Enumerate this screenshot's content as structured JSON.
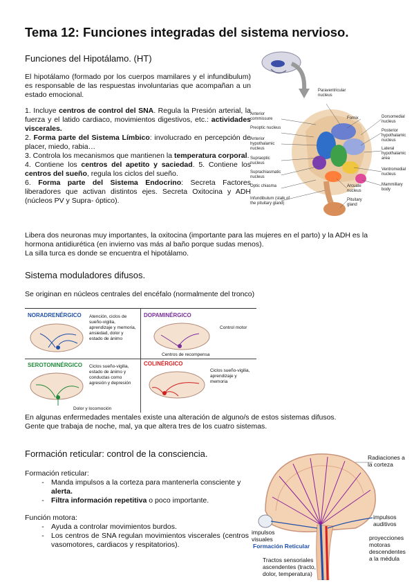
{
  "title": "Tema 12: Funciones integradas del sistema nervioso.",
  "hypothalamus": {
    "heading": "Funciones del Hipotálamo. (HT)",
    "intro": "El hipotálamo (formado por los cuerpos mamilares y el infundibulum) es responsable de las respuestas involuntarias que acompañan a un estado emocional.",
    "items": [
      {
        "pre": "1. Incluye ",
        "bold": "centros de control del SNA",
        "post": ". Regula la Presión arterial, la fuerza y el latido cardiaco, movimientos digestivos, etc.: ",
        "bold2": "actividades viscerales."
      },
      {
        "pre": "2. ",
        "bold": "Forma parte del Sistema Límbico",
        "post": ": involucrado en percepción de placer, miedo, rabia…"
      },
      {
        "pre": "3. Controla los mecanismos que mantienen la ",
        "bold": "temperatura corporal",
        "post": "."
      },
      {
        "pre": "4. Contiene los ",
        "bold": "centros del apetito y saciedad",
        "post": ". 5. Contiene los ",
        "bold2": "centros del sueño",
        "post2": ", regula los ciclos del sueño."
      },
      {
        "pre": "6. ",
        "bold": "Forma parte del Sistema Endocrino",
        "post": ": Secreta Factores liberadores que activan distintos ejes. Secreta Oxitocina y ADH (núcleos PV y Supra- óptico)."
      }
    ],
    "note1": "Libera dos neuronas muy importantes, la oxitocina (importante para las mujeres en el parto) y la ADH es la hormona antidiurética (en invierno vas más al baño porque sudas menos).",
    "note2": "La silla turca es donde se encuentra el hipotálamo.",
    "figure_labels": {
      "paraventricular": "Paraventricular nucleus",
      "anterior_commissure": "Anterior commissure",
      "preoptic": "Preoptic nucleus",
      "anterior_hypothalamic": "Anterior hypothalamic nucleus",
      "supraoptic": "Supraoptic nucleus",
      "suprachiasmatic": "Suprachiasmatic nucleus",
      "optic_chiasma": "Optic chiasma",
      "infundibulum": "Infundibulum (stalk of the pituitary gland)",
      "fornix": "Fornix",
      "dorsomedial": "Dorsomedial nucleus",
      "posterior": "Posterior hypothalamic nucleus",
      "lateral": "Lateral hypothalamic area",
      "ventromedial": "Ventromedial nucleus",
      "arcuate": "Arcuate nucleus",
      "mammillary": "Mammillary body",
      "pituitary": "Pituitary gland"
    }
  },
  "diffuse": {
    "heading": "Sistema moduladores difusos.",
    "intro": "Se originan en núcleos centrales del encéfalo (normalmente del tronco)",
    "panels": {
      "nor": {
        "title": "NORADRENÉRGICO",
        "text": "Atención, ciclos de sueño-vigilia, aprendizaje y memoria, ansiedad, dolor y estado de ánimo",
        "color": "#1f4fa8"
      },
      "dop": {
        "title": "DOPAMINÉRGICO",
        "text": "Control motor",
        "extra": "Centros de recompensa",
        "color": "#7a2e9e"
      },
      "ser": {
        "title": "SEROTONINÉRGICO",
        "text": "Ciclos sueño-vigilia, estado de ánimo y conductas como agresión y depresión",
        "extra": "Dolor y locomoción",
        "color": "#1f8a3a"
      },
      "col": {
        "title": "COLINÉRGICO",
        "text": "Ciclos sueño-vigilia, aprendizaje y memoria",
        "color": "#d21f1f"
      }
    },
    "note1": "En algunas enfermedades mentales existe una alteración de alguno/s de estos sistemas difusos.",
    "note2": "Gente que trabaja de noche, mal, ya que altera tres de los cuatro sistemas."
  },
  "reticular": {
    "heading": "Formación reticular: control de la consciencia.",
    "sub1": "Formación reticular:",
    "b1": "Manda impulsos a la corteza para mantenerla consciente y ",
    "b1_bold": "alerta.",
    "b2_bold": "Filtra información repetitiva",
    "b2": " o poco importante.",
    "sub2": "Función motora:",
    "m1": "Ayuda a controlar movimientos burdos.",
    "m2": "Los centros de SNA regulan movimientos viscerales (centros vasomotores, cardiacos y respitatorios).",
    "figure_labels": {
      "radiaciones": "Radiaciones a la corteza",
      "auditivos": "impulsos auditivos",
      "visuales": "impulsos visuales",
      "formacion": "Formación Reticular",
      "proyecciones": "proyecciones motoras descendentes a la médula",
      "tractos": "Tractos sensoriales ascendentes (tracto, dolor, temperatura)"
    }
  }
}
